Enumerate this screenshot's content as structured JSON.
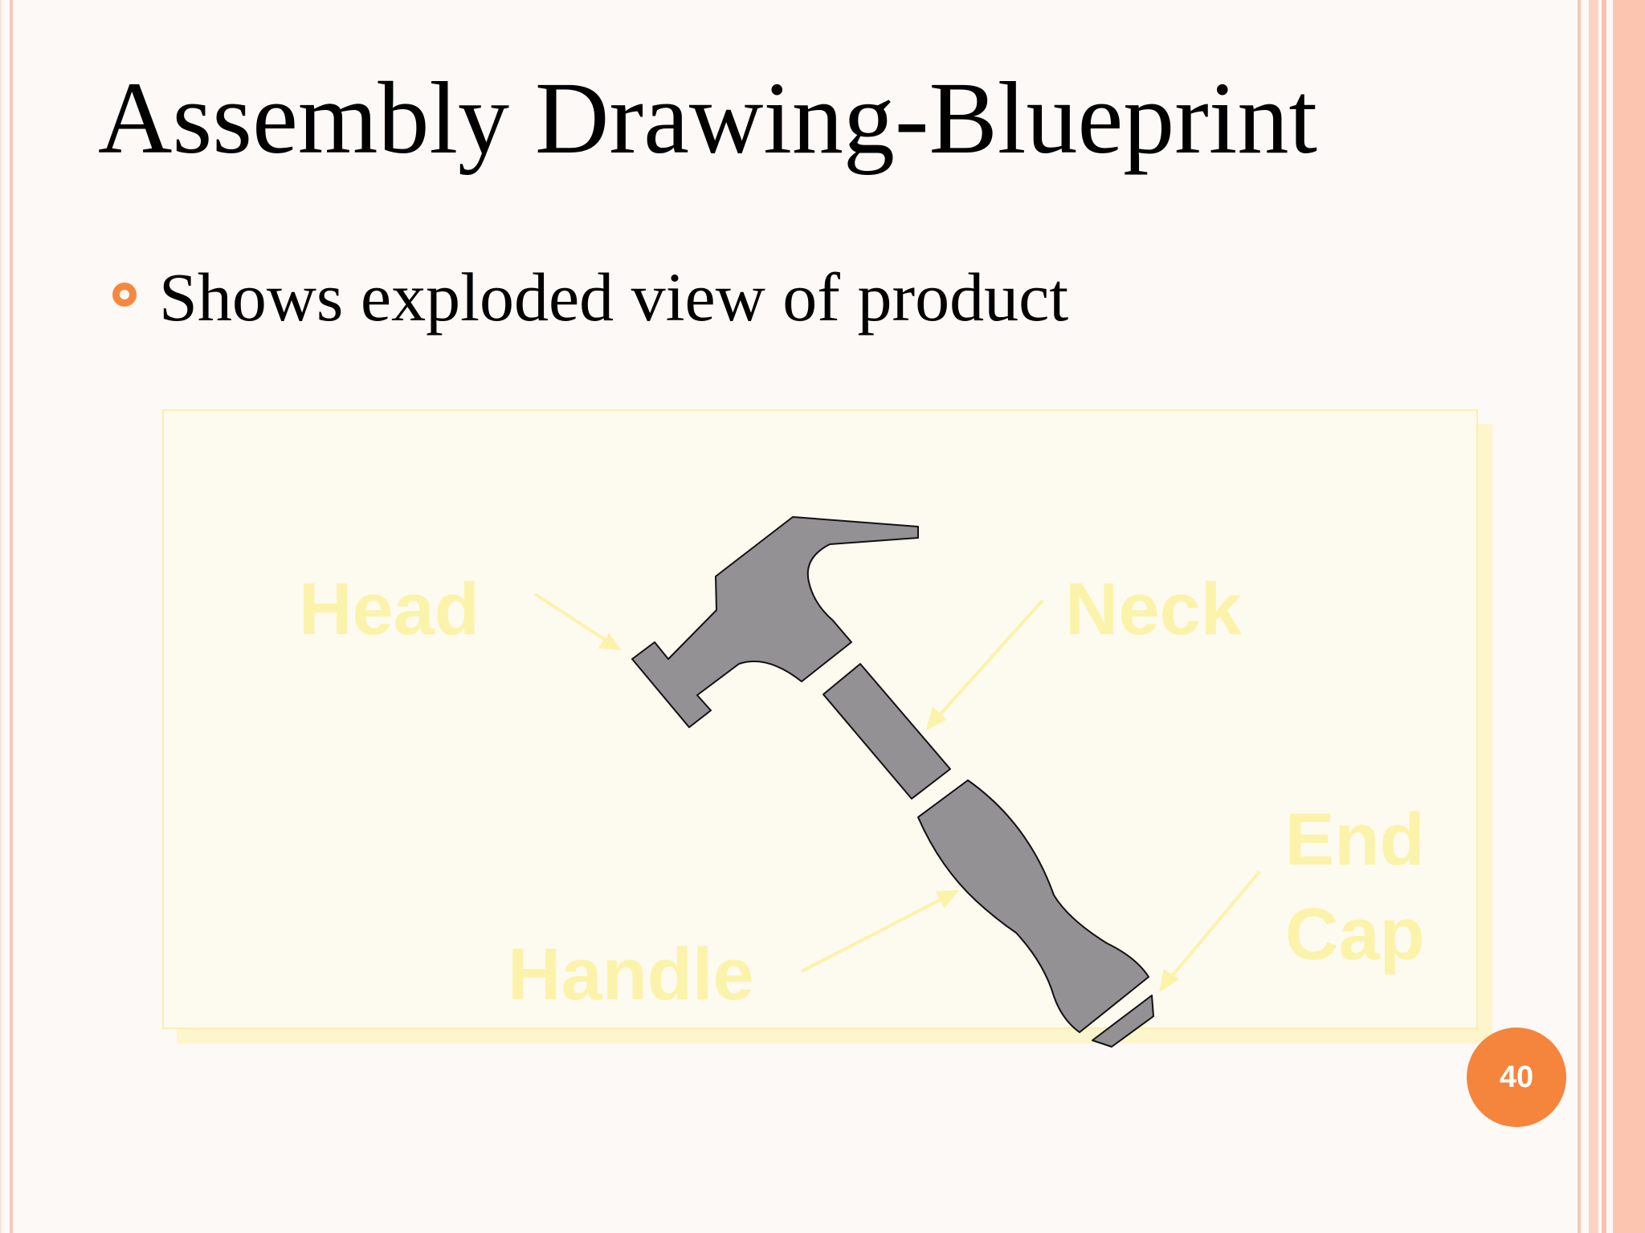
{
  "slide": {
    "title": "Assembly Drawing-Blueprint",
    "bullet": "Shows exploded view of product",
    "page_number": "40"
  },
  "diagram": {
    "labels": {
      "head": "Head",
      "neck": "Neck",
      "handle": "Handle",
      "end_cap_line1": "End",
      "end_cap_line2": "Cap"
    }
  },
  "colors": {
    "accent": "#f5883f",
    "label": "#fcf3ab",
    "part_fill": "#939194",
    "border": "#f8c8b8"
  }
}
